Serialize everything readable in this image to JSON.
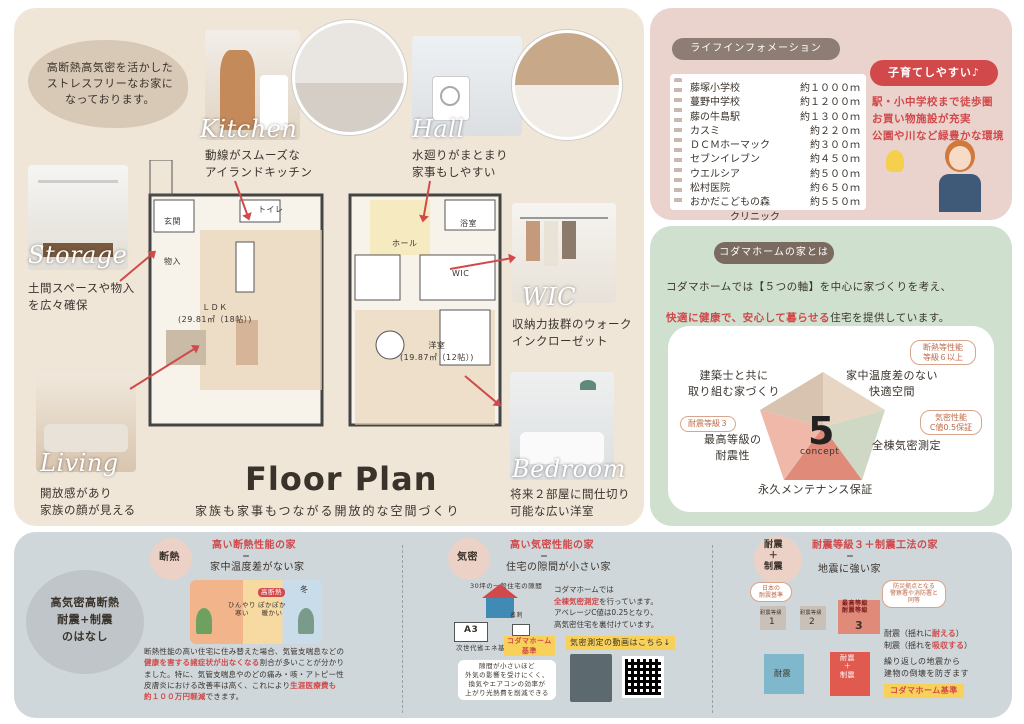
{
  "floor_plan": {
    "intro": "高断熱高気密を活かした\nストレスフリーなお家に\nなっております。",
    "kitchen_script": "Kitchen",
    "kitchen_text": "動線がスムーズな\nアイランドキッチン",
    "hall_script": "Hall",
    "hall_text": "水廻りがまとまり\n家事もしやすい",
    "storage_script": "Storage",
    "storage_text": "土間スペースや物入\nを広々確保",
    "wic_script": "WIC",
    "wic_text": "収納力抜群のウォーク\nインクローゼット",
    "living_script": "Living",
    "living_text": "開放感があり\n家族の顔が見える",
    "bedroom_script": "Bedroom",
    "bedroom_text": "将来２部屋に間仕切り\n可能な広い洋室",
    "title": "Floor Plan",
    "subtitle": "家族も家事もつながる開放的な空間づくり",
    "rooms": {
      "genkan": "玄関",
      "toilet": "トイレ",
      "monoire": "物入",
      "ldk": "ＬＤＫ\n(29.81㎡（18帖）)",
      "hall": "ホール",
      "yokushitsu": "浴室",
      "wic": "WIC",
      "youshitsu": "洋室\n(19.87㎡（12帖）)"
    }
  },
  "life_info": {
    "title": "ライフインフォメーション",
    "items": [
      {
        "name": "藤塚小学校",
        "dist": "約１０００ｍ"
      },
      {
        "name": "蔓野中学校",
        "dist": "約１２００ｍ"
      },
      {
        "name": "藤の牛島駅",
        "dist": "約１３００ｍ"
      },
      {
        "name": "カスミ",
        "dist": "約２２０ｍ"
      },
      {
        "name": "ＤＣＭホーマック",
        "dist": "約３００ｍ"
      },
      {
        "name": "セブンイレブン",
        "dist": "約４５０ｍ"
      },
      {
        "name": "ウエルシア",
        "dist": "約５００ｍ"
      },
      {
        "name": "松村医院",
        "dist": "約６５０ｍ"
      },
      {
        "name": "おかだこどもの森\n　　　　クリニック",
        "dist": "約５５０ｍ"
      }
    ],
    "badge": "子育てしやすい♪",
    "points": "駅・小中学校まで徒歩圏\nお買い物施設が充実\n公園や川など緑豊かな環境"
  },
  "kodama": {
    "title": "コダマホームの家とは",
    "lead_1": "コダマホームでは【５つの軸】を中心に家づくりを考え、",
    "lead_2a": "快適に健康で、安心して暮らせる",
    "lead_2b": "住宅を提供しています。",
    "concept_num": "5",
    "concept_word": "concept",
    "axis_1": "建築士と共に\n取り組む家づくり",
    "axis_2": "家中温度差のない\n快適空間",
    "axis_3": "全棟気密測定",
    "axis_4": "永久メンテナンス保証",
    "axis_5": "最高等級の\n耐震性",
    "tag_1": "断熱等性能\n等級６以上",
    "tag_2": "気密性能\nC値0.5保証",
    "tag_3": "耐震等級３"
  },
  "bottom": {
    "badge": "高気密高断熱\n耐震+制震\nのはなし",
    "dannetsu": {
      "label": "断熱",
      "head": "高い断熱性能の家",
      "equals": "＝",
      "sub": "家中温度差がない家",
      "body_1": "断熱性能の高い住宅に住み替えた場合、気管支喘息などの",
      "body_2a": "健康を害する諸症状が出なくなる",
      "body_2b": "割合が多いことが分かり",
      "body_3": "ました。特に、気管支喘息やのどの痛み・咳・アトピー性",
      "body_4a": "皮膚炎における改善率は高く、これにより",
      "body_4b": "生涯医療費も",
      "body_5": "約１００万円軽減",
      "body_5b": "できます。",
      "img_text_1": "ひんやり\n寒い",
      "img_text_2": "ぽかぽか\n暖かい",
      "img_label": "高断熱",
      "img_season": "冬"
    },
    "kimitsu": {
      "label": "気密",
      "head": "高い気密性能の家",
      "equals": "＝",
      "sub": "住宅の隙間が小さい家",
      "body_1": "コダマホームでは",
      "body_2": "全棟気密測定",
      "body_2b": "を行っています。",
      "body_3": "アベレージC値は0.25となり、",
      "body_4": "高気密住宅を裏付けています。",
      "graph_label": "30坪の一般住宅の隙間",
      "a3_label": "A3",
      "meishi_label": "名刺",
      "standard_1": "次世代省エネ基準",
      "standard_2": "コダマホーム\n基準",
      "video": "気密測定の動画はこちら↓",
      "note": "隙間が小さいほど\n外気の影響を受けにくく、\n換気やエアコンの効率が\n上がり光熱費を削減できる"
    },
    "taishin": {
      "label": "耐震\n＋\n制震",
      "head": "耐震等級３＋制震工法の家",
      "equals": "＝",
      "sub": "地震に強い家",
      "level_1": "1",
      "level_2": "2",
      "level_3": "3",
      "level_1_label": "耐震等級",
      "level_2_label": "耐震等級",
      "level_3_label": "最高等級\n耐震等級",
      "note_1": "日本の\n耐震基準",
      "note_2": "防災拠点となる\n警察署や消防署と\n同等",
      "body_1a": "耐震（揺れに",
      "body_1b": "耐える",
      "body_1c": "）",
      "body_2a": "制震（揺れを",
      "body_2b": "吸収する",
      "body_2c": "）",
      "body_3": "繰り返しの地震から\n建物の倒壊を防ぎます",
      "standard": "コダマホーム基準",
      "house_1": "耐震",
      "house_2": "耐震\n＋\n制震"
    }
  }
}
